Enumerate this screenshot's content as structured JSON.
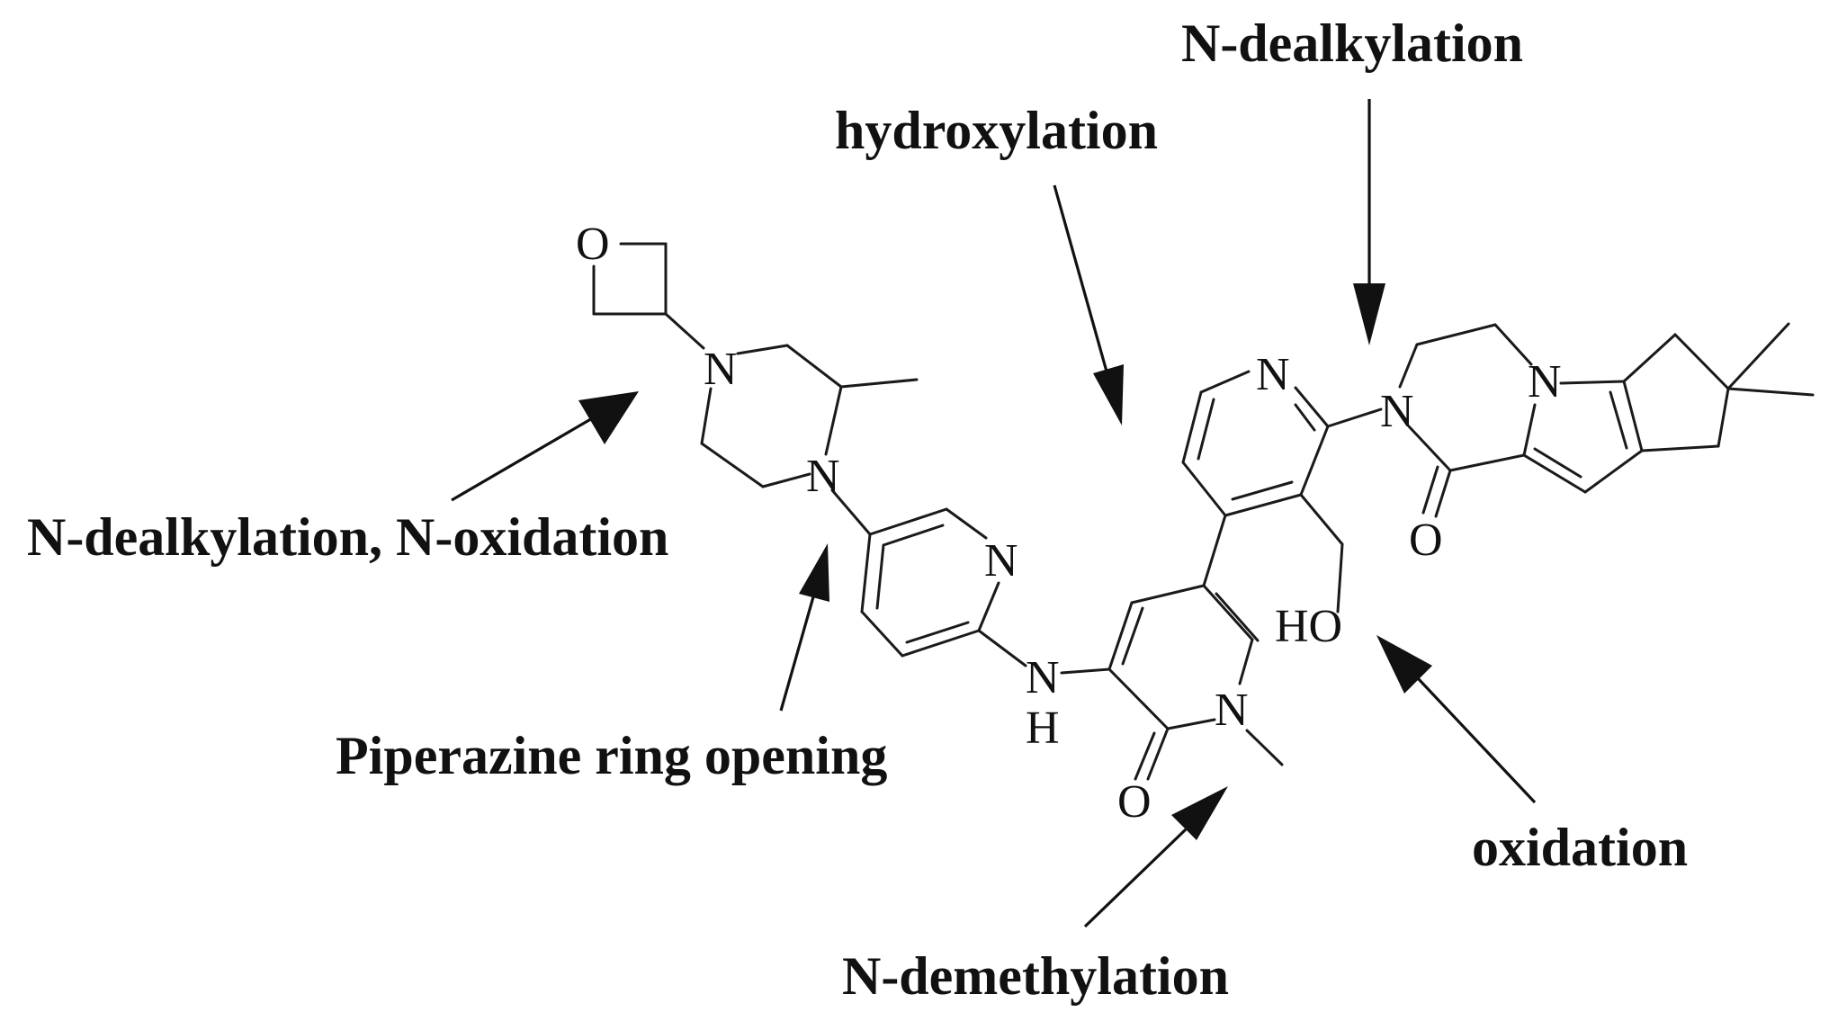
{
  "annotations": {
    "n_dealkylation_top": "N-dealkylation",
    "hydroxylation": "hydroxylation",
    "n_dealkylation_n_oxidation": "N-dealkylation, N-oxidation",
    "piperazine_ring_opening": "Piperazine ring opening",
    "oxidation": "oxidation",
    "n_demethylation": "N-demethylation"
  },
  "atoms": {
    "oxetane_o": "O",
    "piperazine_n1": "N",
    "piperazine_n4": "N",
    "pyridine_a_n": "N",
    "amine_n": "N",
    "amine_h": "H",
    "pyridinone_n": "N",
    "pyridinone_o": "O",
    "pyridine_b_n": "N",
    "lactam_n": "N",
    "lactam_o": "O",
    "pyrrole_n": "N",
    "hydroxyl": "HO"
  },
  "colors": {
    "ink": "#111111",
    "background": "#ffffff"
  }
}
